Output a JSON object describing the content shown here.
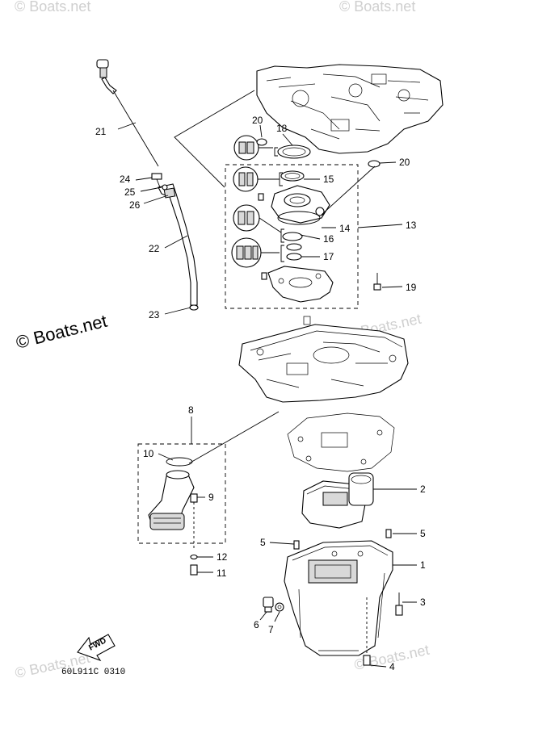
{
  "watermarks": {
    "main": "© Boats.net",
    "faint": "© Boats.net"
  },
  "diagram_code": "60L911C 0310",
  "fwd_label": "FWD",
  "callouts": {
    "n1": "1",
    "n2": "2",
    "n3": "3",
    "n4": "4",
    "n5a": "5",
    "n5b": "5",
    "n6": "6",
    "n7": "7",
    "n8": "8",
    "n9": "9",
    "n10": "10",
    "n11": "11",
    "n12": "12",
    "n13": "13",
    "n14": "14",
    "n15": "15",
    "n16": "16",
    "n17": "17",
    "n18": "18",
    "n19": "19",
    "n20a": "20",
    "n20b": "20",
    "n21": "21",
    "n22": "22",
    "n23": "23",
    "n24": "24",
    "n25": "25",
    "n26": "26"
  }
}
